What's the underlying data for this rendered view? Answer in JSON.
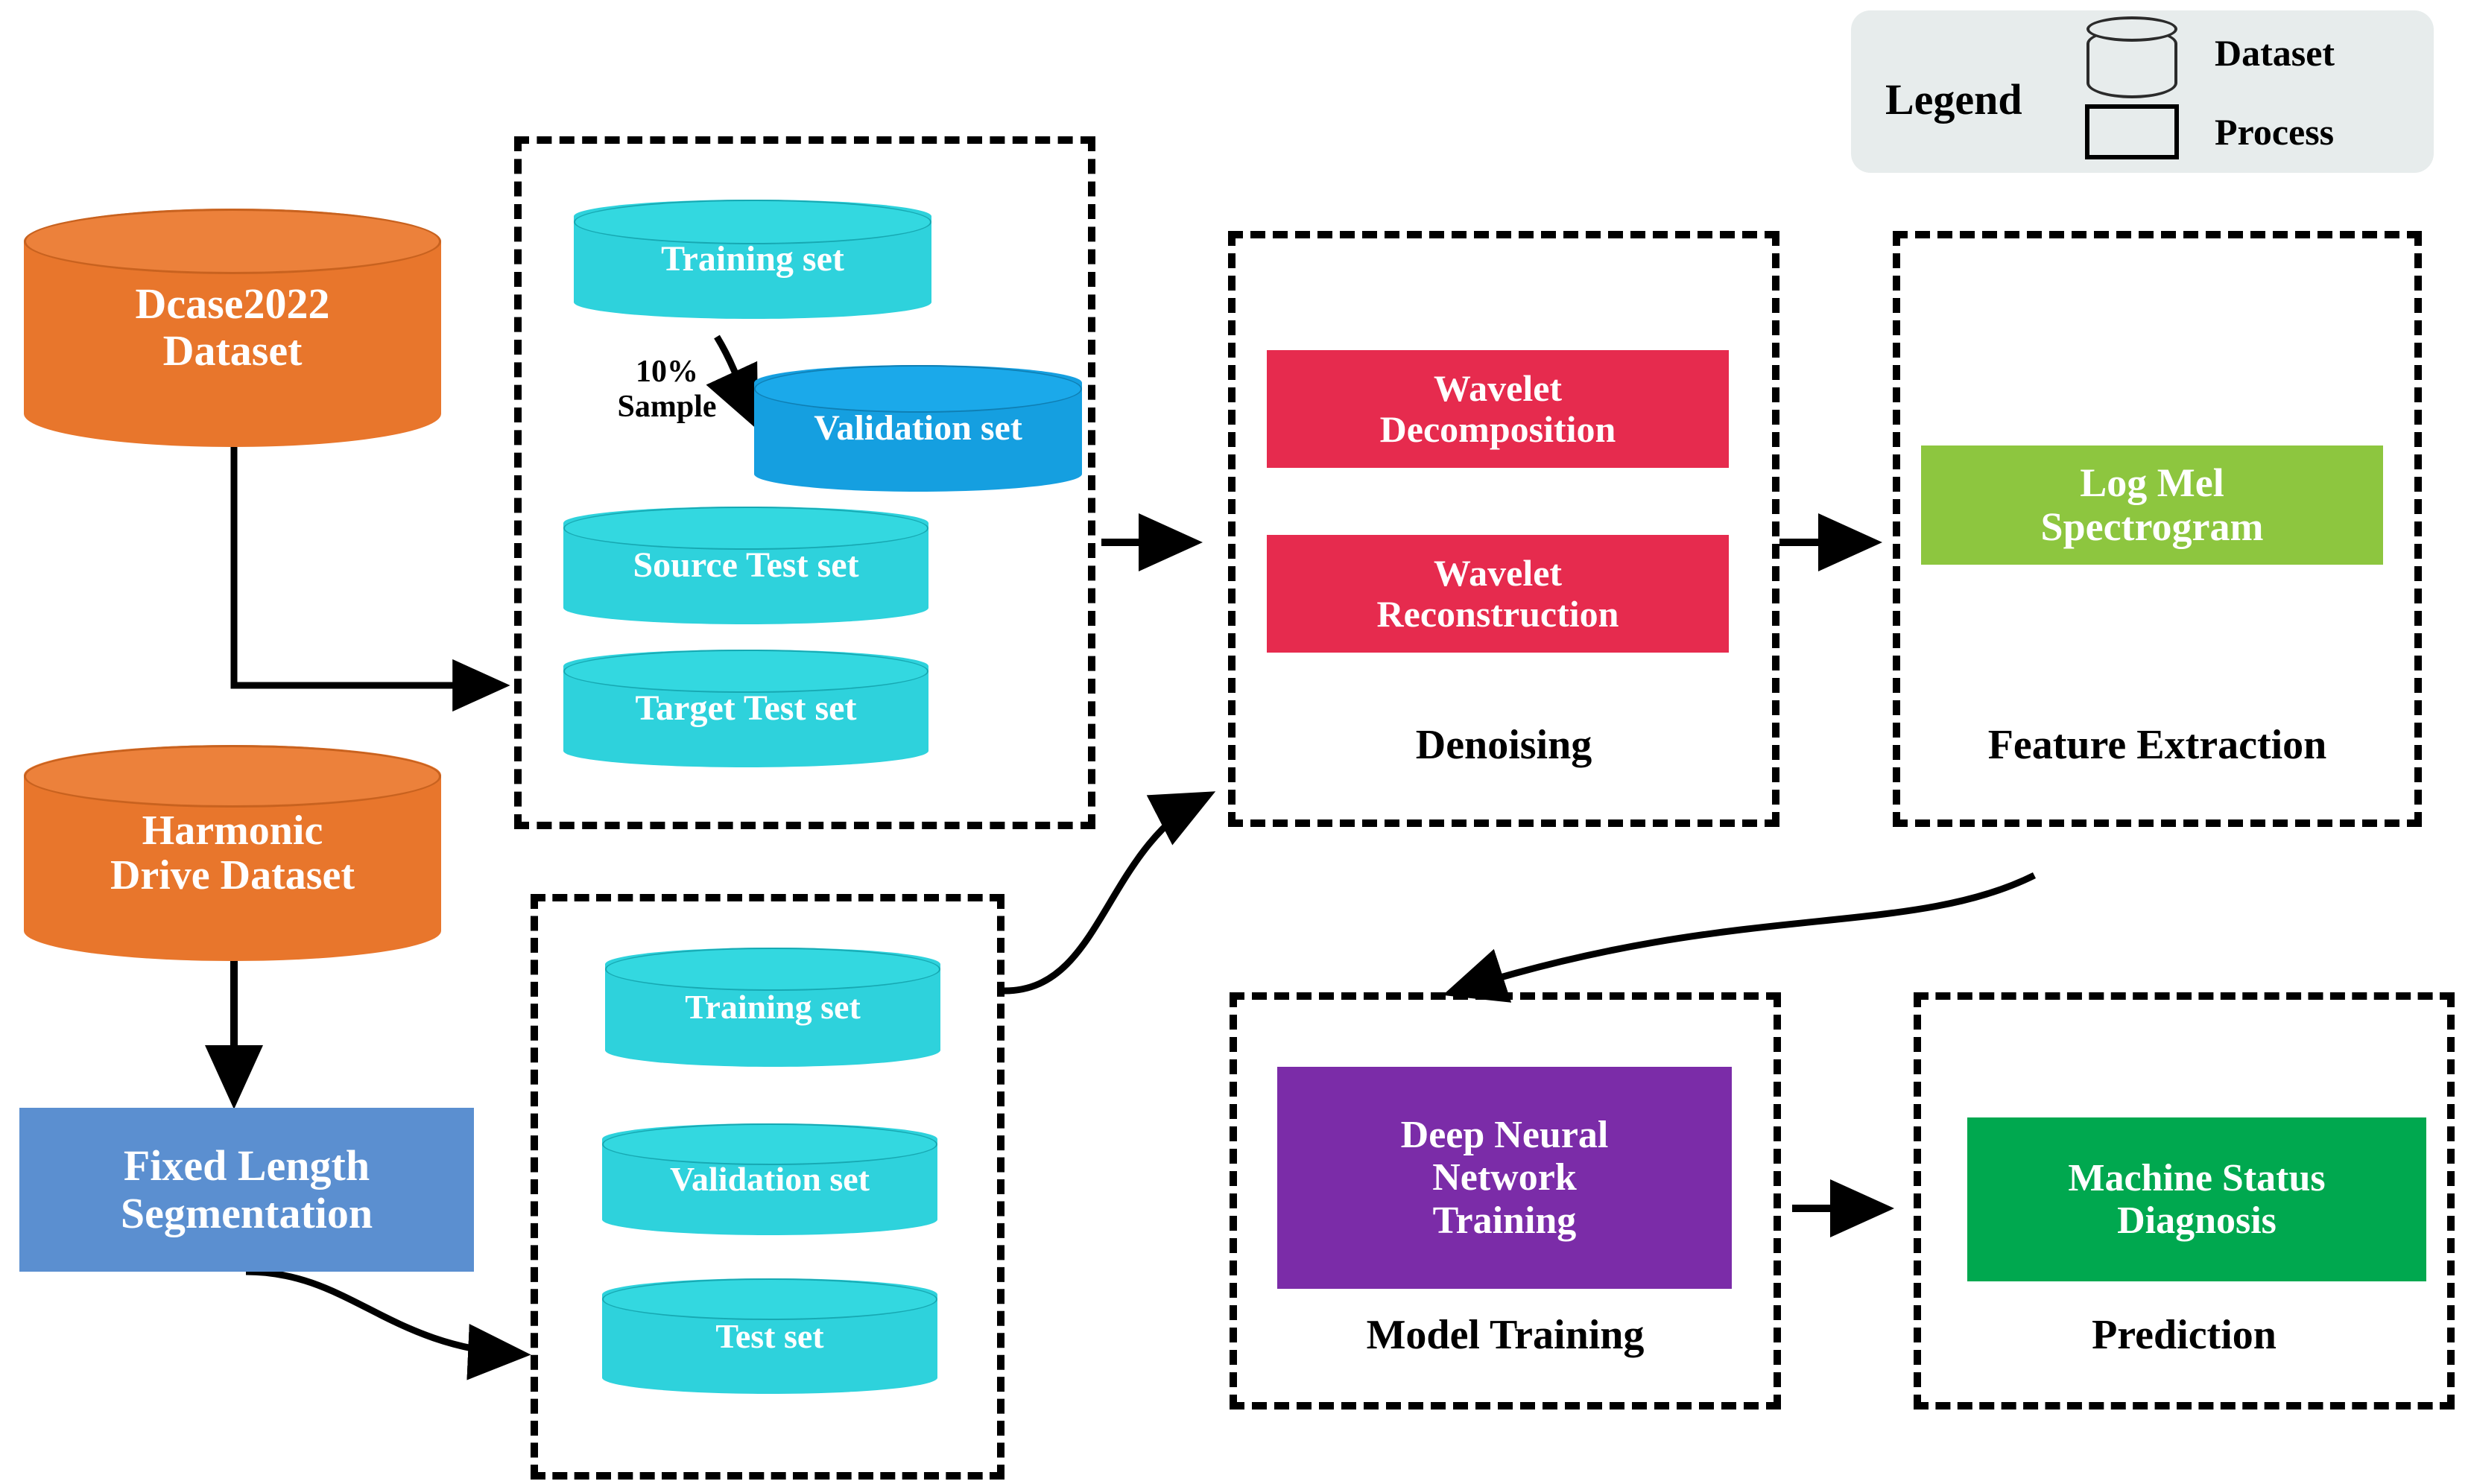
{
  "legend": {
    "title": "Legend",
    "items": [
      {
        "icon": "cylinder-icon",
        "label": "Dataset"
      },
      {
        "icon": "rectangle-icon",
        "label": "Process"
      }
    ]
  },
  "sources": [
    {
      "id": "dcase",
      "label": "Dcase2022\nDataset",
      "shape": "cylinder",
      "color": "#E8762C"
    },
    {
      "id": "harmonic",
      "label": "Harmonic\nDrive Dataset",
      "shape": "cylinder",
      "color": "#E8762C"
    }
  ],
  "processes": {
    "fixed_length_segmentation": {
      "label": "Fixed Length\nSegmentation",
      "color": "#5B8FD0"
    },
    "wavelet_decomposition": {
      "label": "Wavelet\nDecomposition",
      "color": "#E62B4E"
    },
    "wavelet_reconstruction": {
      "label": "Wavelet\nReconstruction",
      "color": "#E62B4E"
    },
    "log_mel_spectrogram": {
      "label": "Log Mel\nSpectrogram",
      "color": "#8DC63F"
    },
    "deep_neural_network_training": {
      "label": "Deep Neural\nNetwork\nTraining",
      "color": "#7B2CA8"
    },
    "machine_status_diagnosis": {
      "label": "Machine Status\nDiagnosis",
      "color": "#00A84F"
    }
  },
  "groups": {
    "dcase_split": {
      "label": "",
      "datasets": [
        {
          "id": "dcase-training-set",
          "label": "Training set",
          "color": "#2ED2DC"
        },
        {
          "id": "dcase-validation-set",
          "label": "Validation set",
          "color": "#159FE0"
        },
        {
          "id": "dcase-source-test-set",
          "label": "Source Test set",
          "color": "#2ED2DC"
        },
        {
          "id": "dcase-target-test-set",
          "label": "Target Test set",
          "color": "#2ED2DC"
        }
      ],
      "edge_label": "10%\nSample"
    },
    "harmonic_split": {
      "label": "",
      "datasets": [
        {
          "id": "hd-training-set",
          "label": "Training set",
          "color": "#2ED2DC"
        },
        {
          "id": "hd-validation-set",
          "label": "Validation set",
          "color": "#2ED2DC"
        },
        {
          "id": "hd-test-set",
          "label": "Test set",
          "color": "#2ED2DC"
        }
      ]
    },
    "denoising": {
      "label": "Denoising"
    },
    "feature_extraction": {
      "label": "Feature Extraction"
    },
    "model_training": {
      "label": "Model Training"
    },
    "prediction": {
      "label": "Prediction"
    }
  },
  "colors": {
    "orange": "#E8762C",
    "cyan": "#2ED2DC",
    "blue": "#159FE0",
    "steel_blue": "#5B8FD0",
    "crimson": "#E62B4E",
    "green_light": "#8DC63F",
    "green": "#00A84F",
    "purple": "#7B2CA8",
    "legend_bg": "#E7ECEC",
    "stroke": "#000000"
  }
}
